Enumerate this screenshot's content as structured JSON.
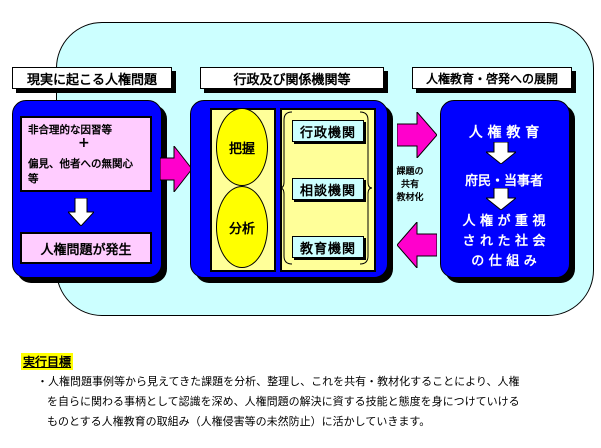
{
  "diagram": {
    "header_left": "現実に起こる人権問題",
    "header_center": "行政及び関係機関等",
    "header_right": "人権教育・啓発への展開",
    "left_panel": {
      "line1": "非合理的な因習等",
      "plus": "+",
      "line2": "偏見、他者への無関心",
      "line3": "等",
      "result": "人権問題が発生"
    },
    "center_panel": {
      "grasp": "把握",
      "analysis": "分析",
      "agencies": [
        "行政機関",
        "相談機関",
        "教育機関"
      ]
    },
    "right_panel": {
      "top": "人 権 教 育",
      "middle": "府民・当事者",
      "bottom_line1": "人 権 が 重 視",
      "bottom_line2": "さ れ た 社 会",
      "bottom_line3": "の 仕 組 み"
    },
    "side_note": [
      "課題の",
      "共有",
      "教材化"
    ]
  },
  "goal": {
    "title": "実行目標",
    "text_lines": [
      "・人権問題事例等から見えてきた課題を分析、整理し、これを共有・教材化することにより、人権",
      "を自らに関わる事柄として認識を深め、人権問題の解決に資する技能と態度を身につけていける",
      "ものとする人権教育の取組み（人権侵害等の未然防止）に活かしていきます。"
    ]
  },
  "colors": {
    "panel_bg": "#ccffff",
    "blue": "#0000ff",
    "pink_arrow": "#ff00cc",
    "yellow": "#ffff00",
    "title_highlight": "#ffff00"
  }
}
